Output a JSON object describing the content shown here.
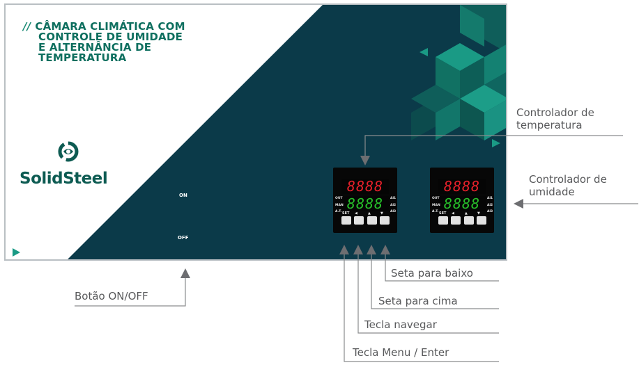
{
  "panel": {
    "title_lines": [
      "CÂMARA CLIMÁTICA COM",
      "CONTROLE DE UMIDADE",
      "E ALTERNÂNCIA DE",
      "TEMPERATURA"
    ],
    "title_prefix": "//",
    "logo_text": "SolidSteel",
    "switch_on_label": "ON",
    "switch_off_label": "OFF",
    "colors": {
      "dark_bg": "#0b3a49",
      "teal": "#1a9a85",
      "accent_green": "#0e6f5f"
    }
  },
  "controllers": [
    {
      "name": "temperatura",
      "top_display": "8888",
      "bottom_display": "8888",
      "left_tags": [
        "OUT",
        "MAN",
        "A.T."
      ],
      "right_tags": [
        "Al1",
        "Al2",
        "Al3"
      ],
      "button_labels": [
        "SET",
        "◀",
        "▲",
        "▼"
      ]
    },
    {
      "name": "umidade",
      "top_display": "8888",
      "bottom_display": "8888",
      "left_tags": [
        "OUT",
        "MAN",
        "A.T."
      ],
      "right_tags": [
        "Al1",
        "Al2",
        "Al3"
      ],
      "button_labels": [
        "SET",
        "◀",
        "▲",
        "▼"
      ]
    }
  ],
  "callouts": {
    "controlador_temperatura": [
      "Controlador de",
      "temperatura"
    ],
    "controlador_umidade": [
      "Controlador de",
      "umidade"
    ],
    "botao_onoff": "Botão ON/OFF",
    "seta_baixo": "Seta para baixo",
    "seta_cima": "Seta para cima",
    "tecla_navegar": "Tecla navegar",
    "tecla_menu": "Tecla Menu / Enter"
  }
}
